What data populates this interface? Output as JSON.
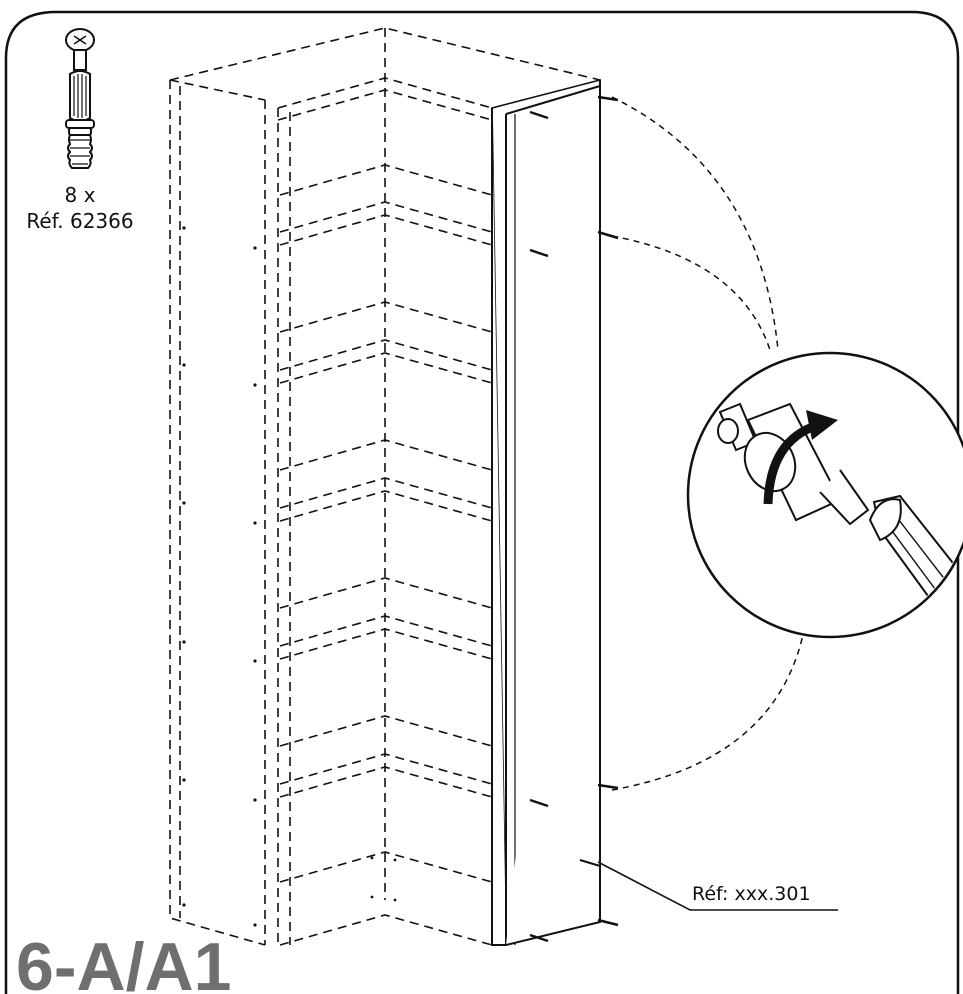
{
  "part": {
    "quantity": "8 x",
    "reference": "Réf. 62366"
  },
  "callout": {
    "reference": "Réf: xxx.301"
  },
  "step": {
    "label": "6-A/A1"
  },
  "icons": {
    "part": "cam-bolt-icon",
    "rotate": "rotate-arrow-icon",
    "tool": "screwdriver-icon"
  }
}
